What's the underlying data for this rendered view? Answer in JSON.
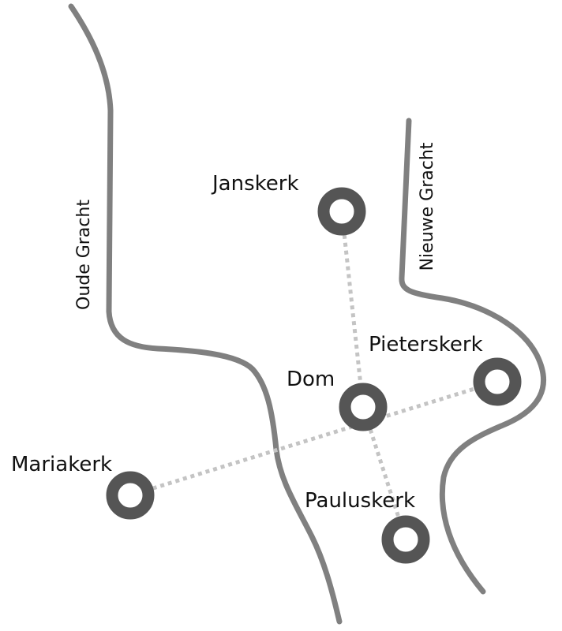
{
  "canals": {
    "oude": {
      "name": "Oude Gracht"
    },
    "nieuwe": {
      "name": "Nieuwe Gracht"
    }
  },
  "churches": {
    "janskerk": {
      "name": "Janskerk"
    },
    "dom": {
      "name": "Dom"
    },
    "pieterskerk": {
      "name": "Pieterskerk"
    },
    "mariakerk": {
      "name": "Mariakerk"
    },
    "pauluskerk": {
      "name": "Pauluskerk"
    }
  },
  "colors": {
    "canal": "#808080",
    "church_ring": "#555555",
    "connection": "#c4c4c4",
    "label": "#111111"
  }
}
